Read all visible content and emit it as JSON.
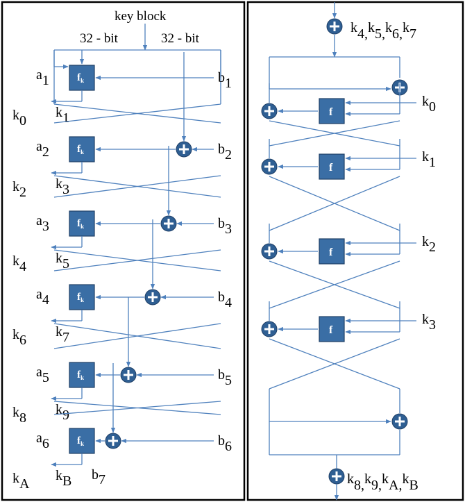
{
  "left": {
    "header": {
      "key_block": "key block",
      "bits_left": "32 - bit",
      "bits_right": "32 - bit"
    },
    "func_label": "f",
    "func_sub": "k",
    "rounds": [
      {
        "a": "a",
        "a_sub": "1",
        "b": "b",
        "b_sub": "1",
        "k1": "k",
        "k1_sub": "0",
        "k2": "k",
        "k2_sub": "1"
      },
      {
        "a": "a",
        "a_sub": "2",
        "b": "b",
        "b_sub": "2",
        "k1": "k",
        "k1_sub": "2",
        "k2": "k",
        "k2_sub": "3"
      },
      {
        "a": "a",
        "a_sub": "3",
        "b": "b",
        "b_sub": "3",
        "k1": "k",
        "k1_sub": "4",
        "k2": "k",
        "k2_sub": "5"
      },
      {
        "a": "a",
        "a_sub": "4",
        "b": "b",
        "b_sub": "4",
        "k1": "k",
        "k1_sub": "6",
        "k2": "k",
        "k2_sub": "7"
      },
      {
        "a": "a",
        "a_sub": "5",
        "b": "b",
        "b_sub": "5",
        "k1": "k",
        "k1_sub": "8",
        "k2": "k",
        "k2_sub": "9"
      },
      {
        "a": "a",
        "a_sub": "6",
        "b": "b",
        "b_sub": "6",
        "k1": "k",
        "k1_sub": "A",
        "k2": "k",
        "k2_sub": "B"
      }
    ],
    "b7": {
      "text": "b",
      "sub": "7"
    }
  },
  "right": {
    "top_keys": [
      {
        "text": "k",
        "sub": "4"
      },
      {
        "text": "k",
        "sub": "5"
      },
      {
        "text": "k",
        "sub": "6"
      },
      {
        "text": "k",
        "sub": "7"
      }
    ],
    "bottom_keys": [
      {
        "text": "k",
        "sub": "8"
      },
      {
        "text": "k",
        "sub": "9"
      },
      {
        "text": "k",
        "sub": "A"
      },
      {
        "text": "k",
        "sub": "B"
      }
    ],
    "separator": ",",
    "func_label": "f",
    "round_keys": [
      {
        "text": "k",
        "sub": "0"
      },
      {
        "text": "k",
        "sub": "1"
      },
      {
        "text": "k",
        "sub": "2"
      },
      {
        "text": "k",
        "sub": "3"
      }
    ]
  }
}
